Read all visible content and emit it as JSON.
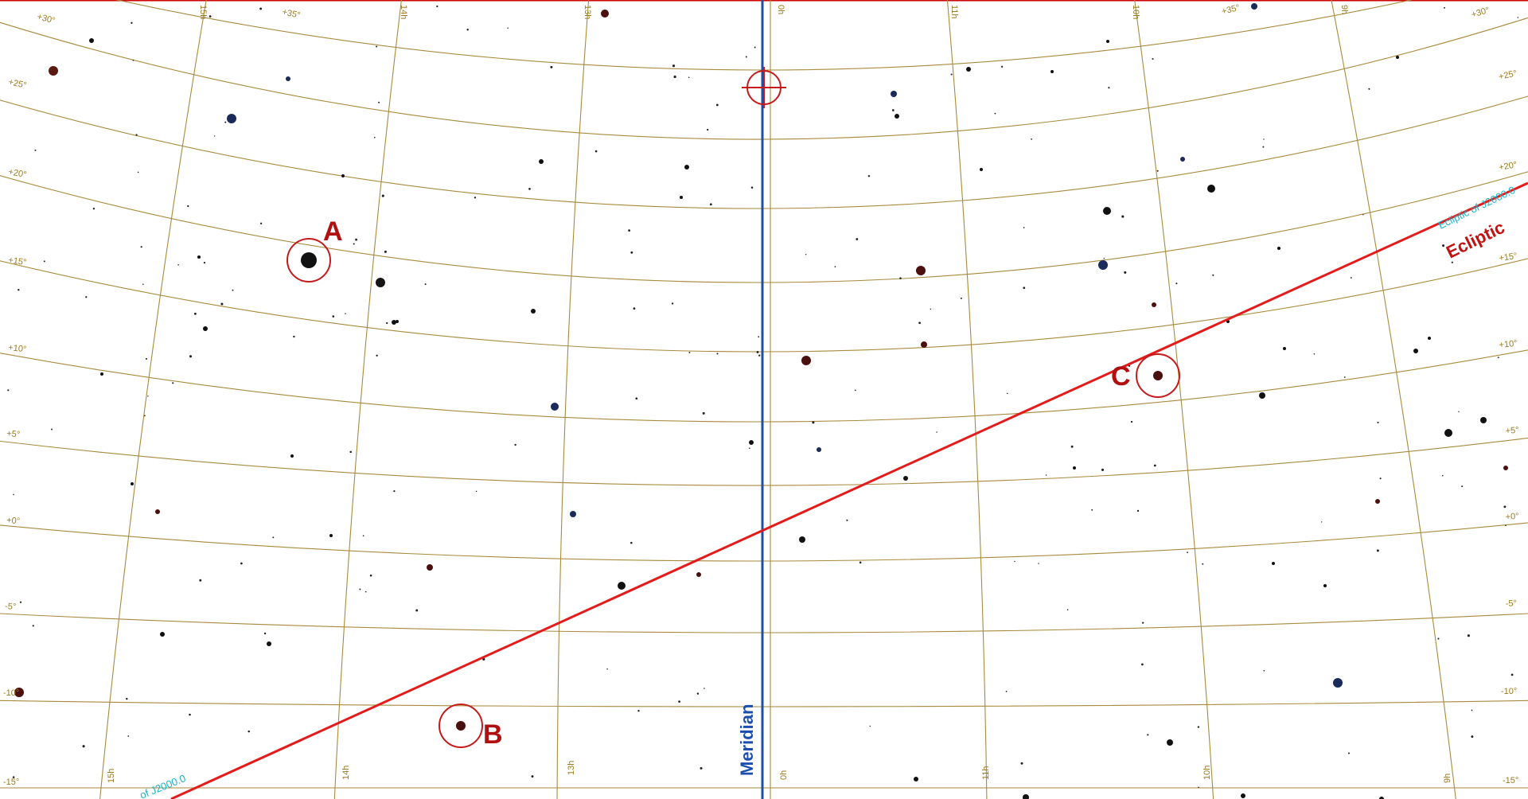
{
  "map": {
    "meridian_label": "Meridian",
    "ecliptic_label": "Ecliptic",
    "ecliptic_small_label": "Ecliptic of J2000.0",
    "ecliptic_small_label_left": "of J2000.0",
    "colors": {
      "background": "#ffffff",
      "grid": "#a88a3c",
      "grid_label": "#9a7a20",
      "meridian": "#1a4fb0",
      "ecliptic": "#e31b1b",
      "ecliptic_small_label": "#17b4c8",
      "marker": "#c41a1a",
      "zenith_marker": "#c41a1a"
    },
    "markers": [
      {
        "letter": "A"
      },
      {
        "letter": "B"
      },
      {
        "letter": "C"
      }
    ],
    "dec_labels": [
      "+30°",
      "+25°",
      "+20°",
      "+15°",
      "+10°",
      "+5°",
      "+0°",
      "-5°",
      "-10°",
      "-15°"
    ],
    "ra_labels_top": [
      "15h",
      "+35°",
      "14h",
      "13h",
      "0h",
      "11h",
      "10h",
      "+35°",
      "9h"
    ],
    "ra_labels_bottom": [
      "15h",
      "14h",
      "13h",
      "0h",
      "11h",
      "10h",
      "9h"
    ]
  }
}
